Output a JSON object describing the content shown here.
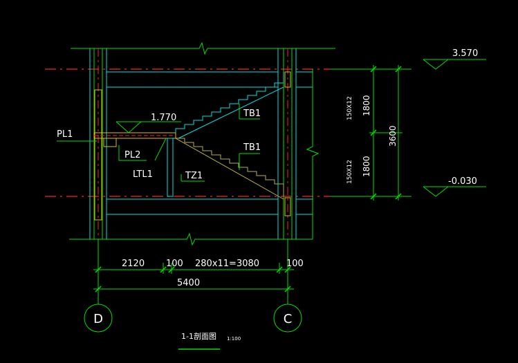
{
  "elevations": {
    "top": "3.570",
    "bottom": "-0.030",
    "landing": "1.770"
  },
  "labels": {
    "pl1": "PL1",
    "pl2": "PL2",
    "ltl1": "LTL1",
    "tz1": "TZ1",
    "tb1_upper": "TB1",
    "tb1_lower": "TB1"
  },
  "dimensions": {
    "d1": "2120",
    "d2": "100",
    "d3": "280x11=3080",
    "d4": "100",
    "total": "5400",
    "right_upper": "1800",
    "right_lower": "1800",
    "right_total": "3600",
    "steps_upper": "150X12",
    "steps_lower": "150X12"
  },
  "axes": {
    "left": "D",
    "right": "C"
  },
  "title": {
    "text": "1-1剖面图",
    "scale": "1:100"
  }
}
